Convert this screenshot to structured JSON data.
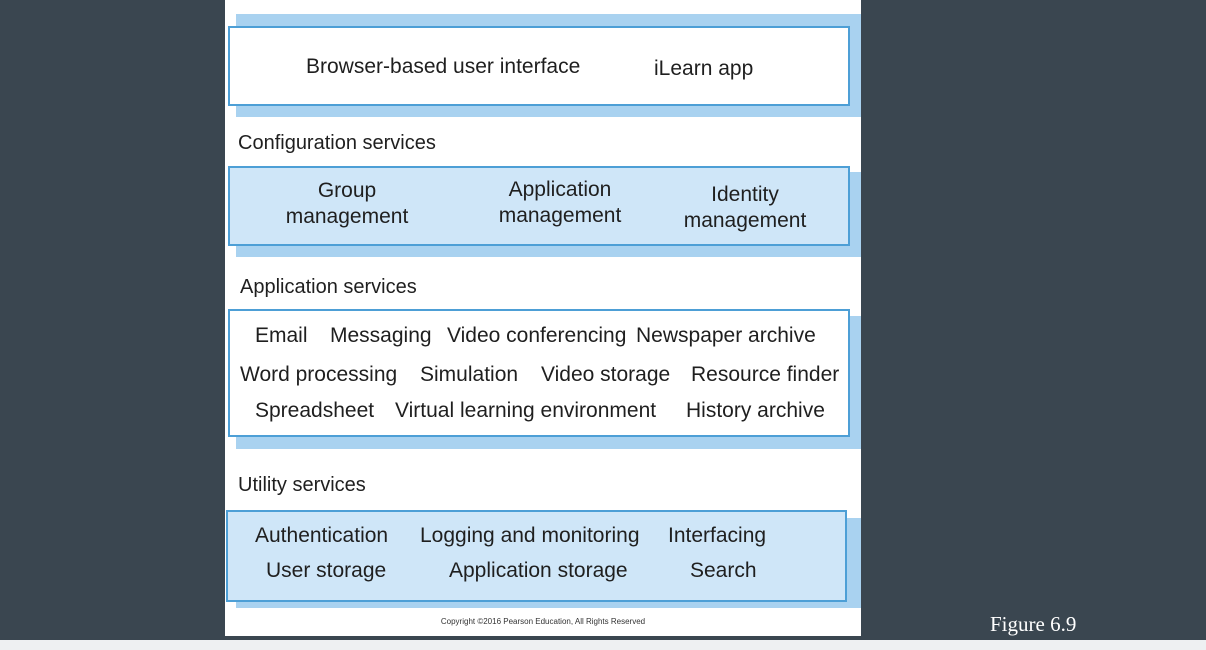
{
  "layers": {
    "ui": {
      "items": [
        "Browser-based user interface",
        "iLearn app"
      ]
    },
    "configuration": {
      "label": "Configuration services",
      "items": [
        {
          "line1": "Group",
          "line2": "management"
        },
        {
          "line1": "Application",
          "line2": "management"
        },
        {
          "line1": "Identity",
          "line2": "management"
        }
      ]
    },
    "application": {
      "label": "Application services",
      "rows": [
        [
          "Email",
          "Messaging",
          "Video conferencing",
          "Newspaper archive"
        ],
        [
          "Word processing",
          "Simulation",
          "Video storage",
          "Resource finder"
        ],
        [
          "Spreadsheet",
          "Virtual learning environment",
          "History archive"
        ]
      ]
    },
    "utility": {
      "label": "Utility services",
      "rows": [
        [
          "Authentication",
          "Logging and monitoring",
          "Interfacing"
        ],
        [
          "User storage",
          "Application storage",
          "Search"
        ]
      ]
    }
  },
  "copyright": "Copyright ©2016 Pearson Education, All Rights Reserved",
  "figure_caption": "Figure 6.9",
  "colors": {
    "slide_background": "#3a4650",
    "box_border": "#4d9fd6",
    "box_fill": "#cfe6f8",
    "box_shadow": "#a9d2f0"
  }
}
